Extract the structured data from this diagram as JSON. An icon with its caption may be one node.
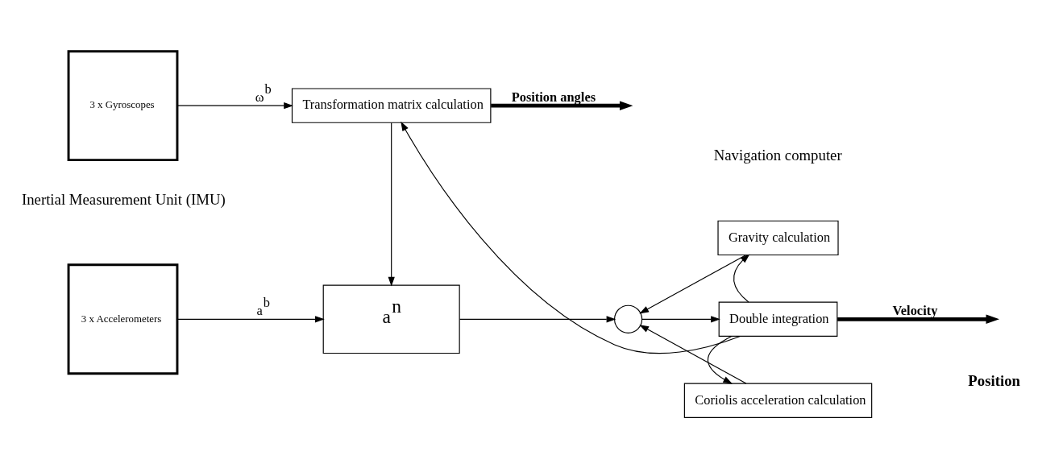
{
  "diagram": {
    "nodes": [
      {
        "text": [
          "3 x Accelerometers"
        ]
      },
      {
        "text": [
          "3 x Gyroscopes"
        ]
      },
      {
        "text": [
          "a$^{n}$"
        ]
      },
      {
        "text": [
          "Transformation matrix calculation"
        ]
      },
      {
        "text": [],
        "shape": "circle"
      },
      {
        "text": [
          "Gravity calculation"
        ]
      },
      {
        "text": [
          "Double integration"
        ]
      },
      {
        "text": [
          "Coriolis acceleration calculation"
        ]
      }
    ],
    "edges": [
      {
        "from": 0,
        "to": 2,
        "arrow": "to",
        "label": "a$^{b}$"
      },
      {
        "from": 1,
        "to": 3,
        "arrow": "to",
        "label": "ω$^{b}$"
      },
      {
        "from": 3,
        "to": 2,
        "arrow": "to"
      },
      {
        "from": 2,
        "to": 4,
        "arrow": "to"
      },
      {
        "from": 5,
        "to": 4,
        "arrow": "to"
      },
      {
        "from": 7,
        "to": 4,
        "arrow": "to"
      },
      {
        "from": 4,
        "to": 6,
        "arrow": "to"
      },
      {
        "from": 6,
        "to": 5,
        "arrow": "to"
      },
      {
        "from": 6,
        "to": 7,
        "arrow": "to"
      },
      {
        "from": 6,
        "to": null,
        "arrow": "to",
        "label": "Velocity",
        "style": "thick"
      },
      {
        "from": 3,
        "to": null,
        "arrow": "to",
        "label": "Position angles",
        "style": "thick"
      },
      {
        "from": 6,
        "to": 3,
        "arrow": "to"
      }
    ],
    "labels": [
      "Inertial Measurement Unit (IMU)",
      "Navigation computer",
      "Position"
    ]
  }
}
